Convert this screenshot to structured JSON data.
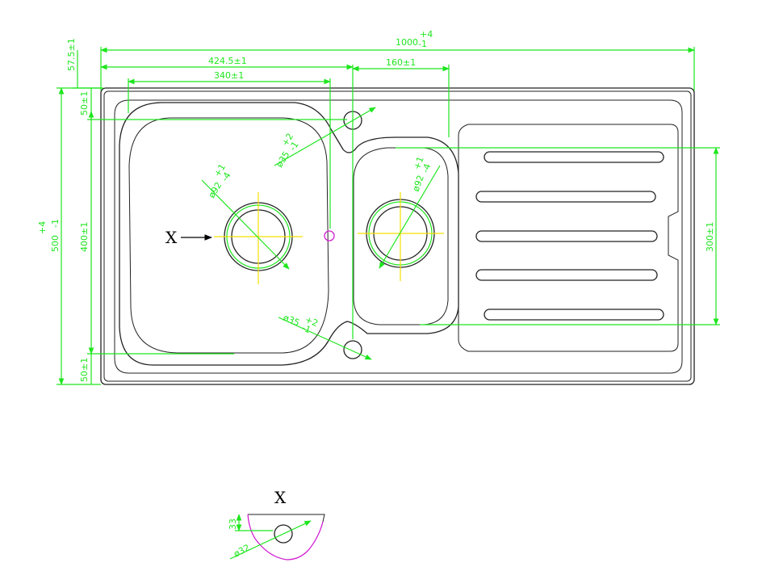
{
  "colors": {
    "outline": "#222222",
    "dimension": "#1ee61e",
    "centerline": "#f5e000",
    "highlight": "#d21ed2",
    "background": "#ffffff"
  },
  "labels": {
    "detail_marker": "X",
    "detail_title": "X"
  },
  "dimensions": {
    "total_length": {
      "value": "1000",
      "tol_upper": "+4",
      "tol_lower": "-1"
    },
    "main_bowl_offset": "424.5±1",
    "main_bowl_width": "340±1",
    "small_bowl_width": "160±1",
    "top_margin": "57.5±1",
    "total_width": {
      "value": "500",
      "tol_upper": "+4",
      "tol_lower": "-1"
    },
    "bowl_depth": "400±1",
    "top_edge": "50±1",
    "bottom_edge": "50±1",
    "drain_area": "300±1",
    "tap_hole_top": {
      "value": "ø35",
      "tol_upper": "+2",
      "tol_lower": "-1"
    },
    "tap_hole_bottom": {
      "value": "ø35",
      "tol_upper": "+2",
      "tol_lower": "-1"
    },
    "main_drain": {
      "value": "ø92",
      "tol_upper": "+1",
      "tol_lower": "-4"
    },
    "small_drain": {
      "value": "ø92",
      "tol_upper": "+1",
      "tol_lower": "-4"
    },
    "detail_height": "33",
    "detail_hole": "ø32"
  },
  "drain_slots": [
    {
      "index": 1
    },
    {
      "index": 2
    },
    {
      "index": 3
    },
    {
      "index": 4
    },
    {
      "index": 5
    }
  ]
}
